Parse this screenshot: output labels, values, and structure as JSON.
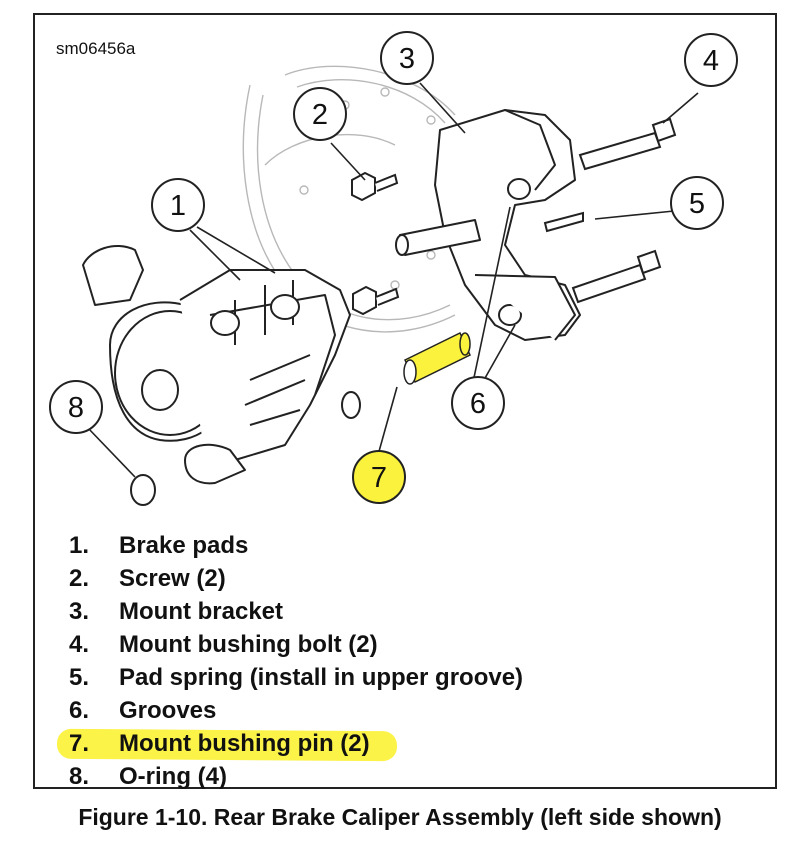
{
  "figure_id": "sm06456a",
  "callouts": {
    "c1": "1",
    "c2": "2",
    "c3": "3",
    "c4": "4",
    "c5": "5",
    "c6": "6",
    "c7": "7",
    "c8": "8"
  },
  "legend": [
    {
      "num": "1.",
      "text": "Brake pads"
    },
    {
      "num": "2.",
      "text": "Screw (2)"
    },
    {
      "num": "3.",
      "text": "Mount bracket"
    },
    {
      "num": "4.",
      "text": "Mount bushing bolt (2)"
    },
    {
      "num": "5.",
      "text": "Pad spring (install in upper groove)"
    },
    {
      "num": "6.",
      "text": "Grooves"
    },
    {
      "num": "7.",
      "text": "Mount bushing pin (2)"
    },
    {
      "num": "8.",
      "text": "O-ring (4)"
    }
  ],
  "caption": "Figure 1-10. Rear Brake Caliper Assembly (left side shown)",
  "colors": {
    "highlight": "#fbf23e",
    "line": "#222222",
    "faint_line": "#b8b8b8"
  }
}
